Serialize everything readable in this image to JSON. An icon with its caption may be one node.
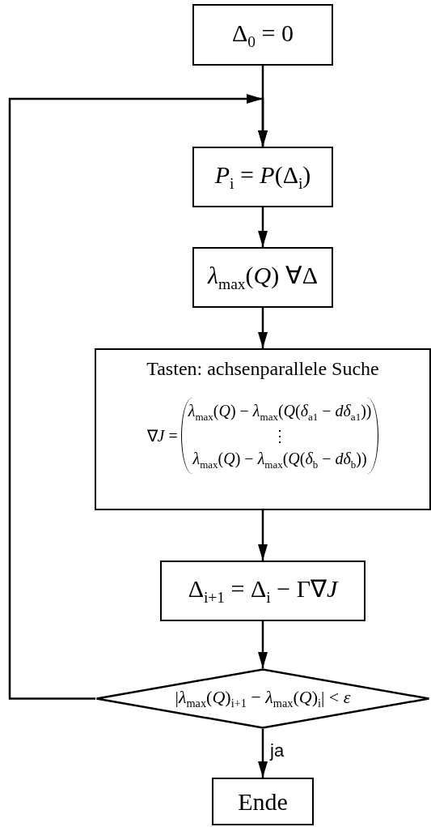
{
  "diagram": {
    "nodes": [
      {
        "text": [
          "Δ$_{0}$ = 0"
        ]
      },
      {
        "text": [
          "*P*$_{i}$ = *P*(Δ$_{i}$)"
        ]
      },
      {
        "text": [
          "*λ*$_{max}$(*Q*) ∀Δ"
        ]
      },
      {
        "text": [
          "Tasten: achsenparallele Suche",
          "∇*J* =",
          "*λ*$_{max}$(*Q*) − *λ*$_{max}$(*Q*(*δ*$_{a1}$ − *dδ*$_{a1}$))",
          "⋮",
          "*λ*$_{max}$(*Q*) − *λ*$_{max}$(*Q*(*δ*$_{b}$ − *dδ*$_{b}$))"
        ]
      },
      {
        "text": [
          "Δ$_{i+1}$ = Δ$_{i}$ − Γ∇*J*"
        ]
      },
      {
        "text": [
          "|*λ*$_{max}$(*Q*)$_{i+1}$ − *λ*$_{max}$(*Q*)$_{i}$| < *ε*"
        ]
      },
      {
        "text": [
          "Ende"
        ]
      }
    ],
    "edges": [
      {
        "from": 0,
        "to": 1,
        "arrow": "to"
      },
      {
        "from": 1,
        "to": 2,
        "arrow": "to"
      },
      {
        "from": 2,
        "to": 3,
        "arrow": "to"
      },
      {
        "from": 3,
        "to": 4,
        "arrow": "to"
      },
      {
        "from": 4,
        "to": 5,
        "arrow": "to"
      },
      {
        "from": 5,
        "to": 6,
        "label": "ja",
        "arrow": "to"
      },
      {
        "from": 5,
        "to": 1,
        "arrow": "to"
      }
    ]
  }
}
